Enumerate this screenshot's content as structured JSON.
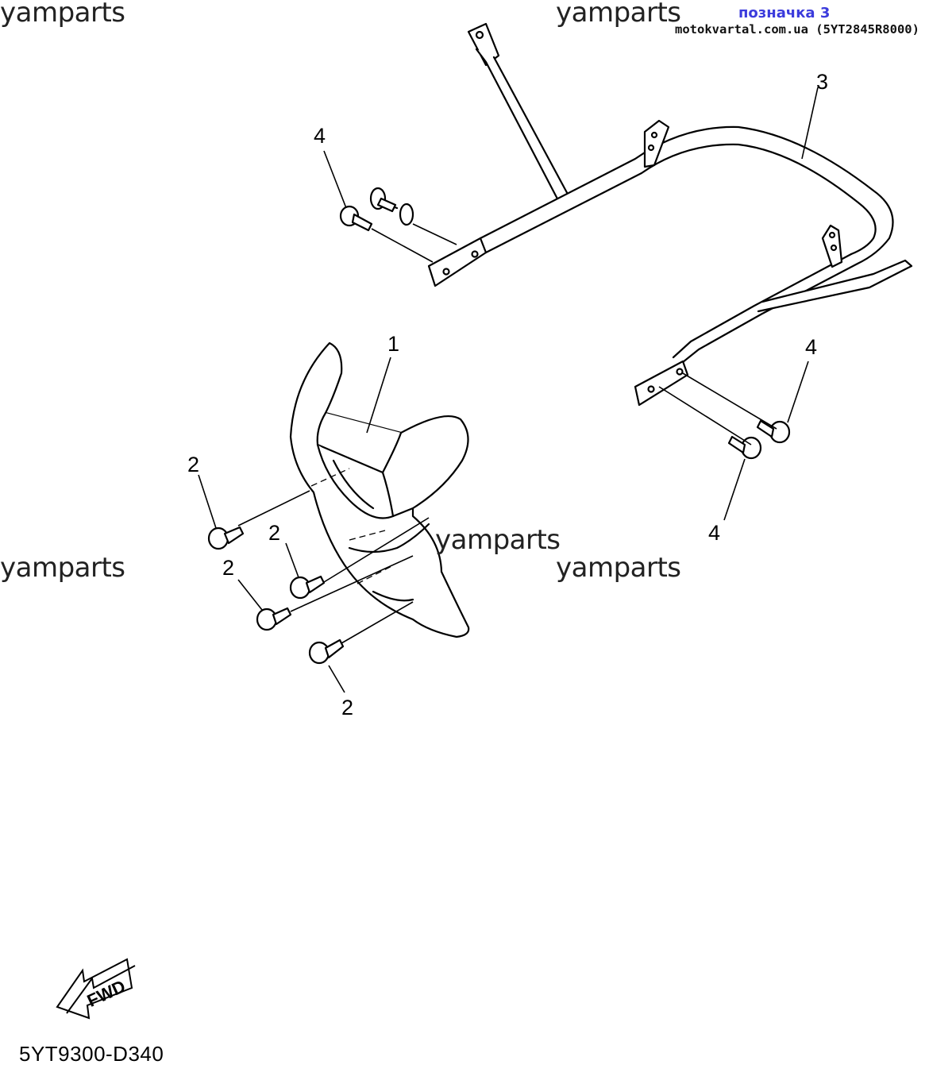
{
  "watermarks": [
    "yamparts",
    "yamparts",
    "yamparts",
    "yamparts",
    "yamparts"
  ],
  "header": {
    "badge": "позначка 3",
    "site": "motokvartal.com.ua (5YT2845R8000)"
  },
  "callouts": {
    "part1": "1",
    "part2a": "2",
    "part2b": "2",
    "part2c": "2",
    "part2d": "2",
    "part3": "3",
    "part4a": "4",
    "part4b": "4",
    "part4c": "4"
  },
  "fwd_label": "FWD",
  "drawing_code": "5YT9300-D340",
  "colors": {
    "accent": "#3b3bdc",
    "line": "#000000",
    "background": "#ffffff"
  }
}
